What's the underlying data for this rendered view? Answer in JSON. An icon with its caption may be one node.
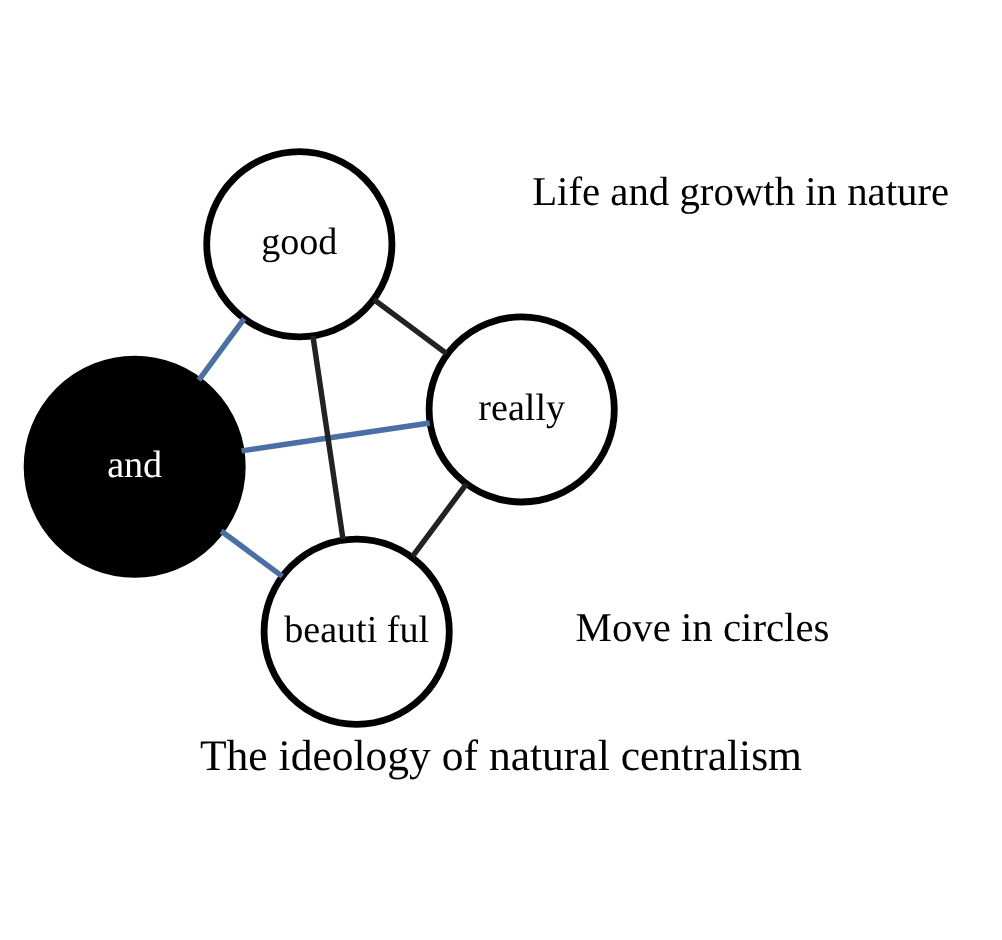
{
  "diagram": {
    "caption": "The ideology of natural centralism",
    "nodes": [
      {
        "text": [
          "and"
        ]
      },
      {
        "text": [
          "really"
        ]
      },
      {
        "text": [
          "beauti ful"
        ]
      },
      {
        "text": [
          "good"
        ]
      }
    ],
    "edges": [
      {
        "from": 0,
        "to": 1,
        "arrow": "none",
        "color": "#4a6fa5"
      },
      {
        "from": 0,
        "to": 2,
        "arrow": "none",
        "color": "#4a6fa5"
      },
      {
        "from": 0,
        "to": 3,
        "arrow": "none",
        "color": "#4a6fa5"
      },
      {
        "from": 1,
        "to": 3,
        "arrow": "none",
        "color": "#222222"
      },
      {
        "from": 3,
        "to": 2,
        "arrow": "none",
        "color": "#222222"
      },
      {
        "from": 2,
        "to": 1,
        "arrow": "none",
        "color": "#222222"
      }
    ],
    "labels": [
      "Move in circles",
      "Life and growth in nature"
    ]
  }
}
